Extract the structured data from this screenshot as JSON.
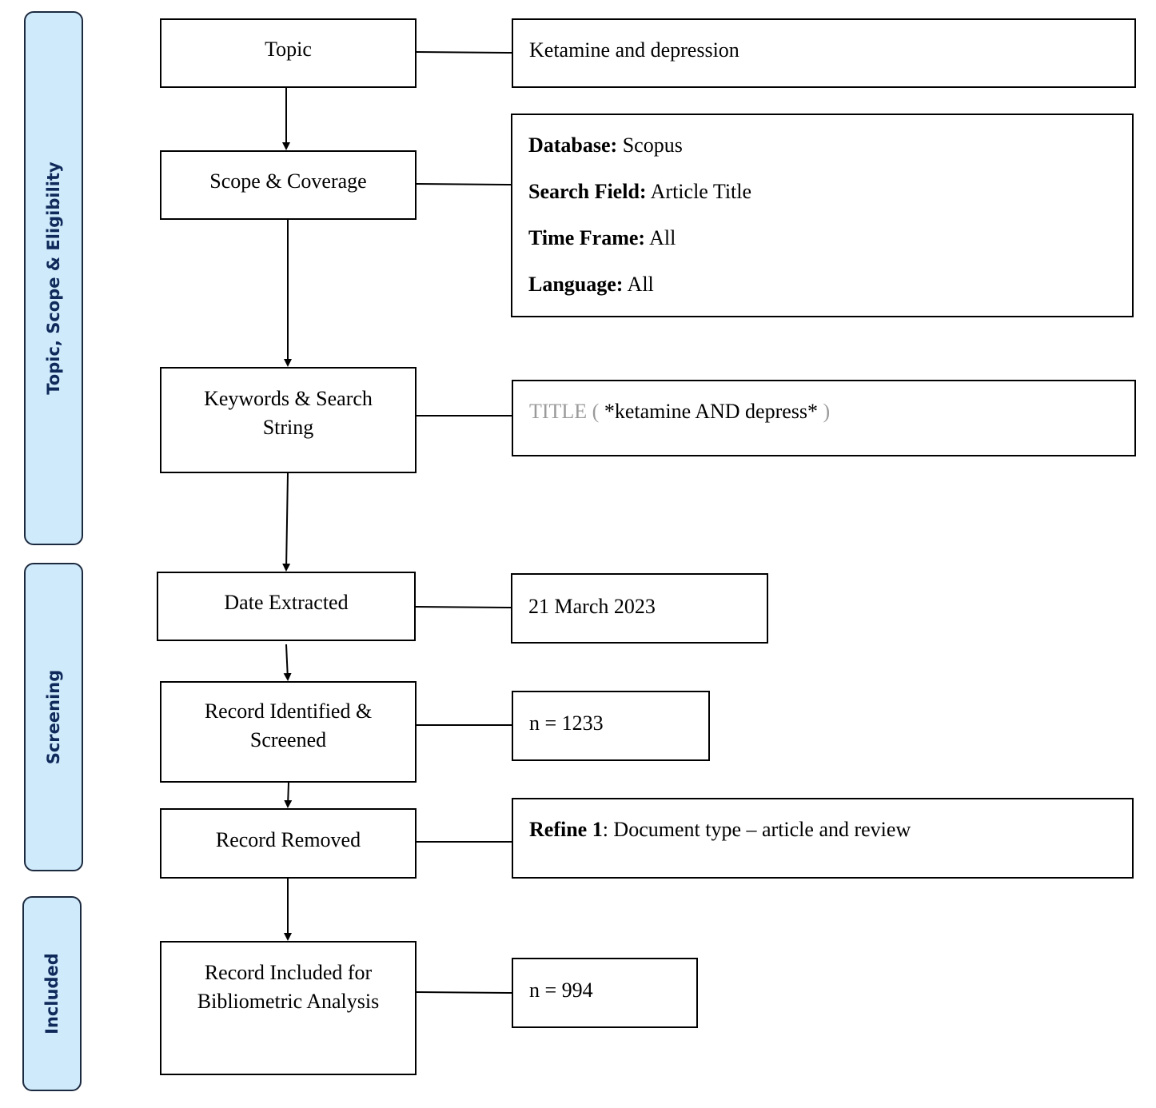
{
  "stages": [
    {
      "id": "topic-scope",
      "label": "Topic, Scope & Eligibility"
    },
    {
      "id": "screening",
      "label": "Screening"
    },
    {
      "id": "included",
      "label": "Included"
    }
  ],
  "steps": {
    "topic": {
      "lines": [
        "Topic"
      ]
    },
    "scope": {
      "lines": [
        "Scope & Coverage"
      ]
    },
    "keywords": {
      "lines": [
        "Keywords & Search",
        "String"
      ]
    },
    "date": {
      "lines": [
        "Date Extracted"
      ]
    },
    "identified": {
      "lines": [
        "Record Identified &",
        "Screened"
      ]
    },
    "removed": {
      "lines": [
        "Record Removed"
      ]
    },
    "included": {
      "lines": [
        "Record Included for",
        "Bibliometric Analysis"
      ]
    }
  },
  "details": {
    "topic": {
      "text": "Ketamine and depression"
    },
    "scope": {
      "rows": [
        {
          "label": "Database:",
          "value": "Scopus"
        },
        {
          "label": "Search Field:",
          "value": "Article Title"
        },
        {
          "label": "Time Frame:",
          "value": "All"
        },
        {
          "label": "Language:",
          "value": "All"
        }
      ]
    },
    "keywords": {
      "prefix": "TITLE (",
      "query": "*ketamine AND depress*",
      "suffix": ")"
    },
    "date": {
      "text": "21 March 2023"
    },
    "identified": {
      "text": "n = 1233"
    },
    "removed": {
      "label": "Refine 1",
      "text": ": Document type – article and review"
    },
    "included": {
      "text": "n = 994"
    }
  },
  "colors": {
    "stage_fill": "#cfeafb",
    "stage_text": "#0f2a5a",
    "line": "#000000",
    "muted_text": "#9a9a9a"
  }
}
